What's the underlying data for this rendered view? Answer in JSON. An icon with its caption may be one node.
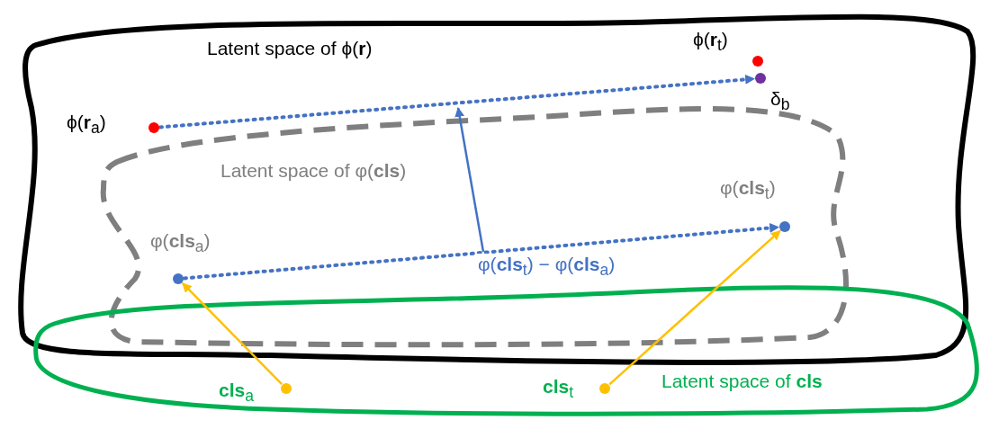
{
  "diagram": {
    "nodes": [
      {
        "text": [
          "Latent space of ϕ(**r**)"
        ]
      },
      {
        "text": [
          "Latent space of φ(**cls**)"
        ],
        "in": 0
      },
      {
        "text": [
          "Latent space of **cls**"
        ]
      },
      {
        "text": [
          "ϕ(**r**$_{a}$)"
        ],
        "in": 0
      },
      {
        "text": [
          "ϕ(**r**$_{t}$)"
        ],
        "in": 0
      },
      {
        "text": [
          "δ$_{b}$"
        ],
        "in": 0
      },
      {
        "text": [
          "φ(**cls**$_{a}$)"
        ],
        "in": 1
      },
      {
        "text": [
          "φ(**cls**$_{t}$)"
        ],
        "in": 1
      },
      {
        "text": [
          "**cls**$_{a}$"
        ],
        "in": 2
      },
      {
        "text": [
          "**cls**$_{t}$"
        ],
        "in": 2
      }
    ],
    "edges": [
      {
        "from": 3,
        "to": 5,
        "arrow": "to",
        "style": "dashed",
        "color": "#4472c4"
      },
      {
        "from": 6,
        "to": 7,
        "arrow": "to",
        "style": "dashed",
        "color": "#4472c4",
        "label": "φ(**cls**$_{t}$) − φ(**cls**$_{a}$)"
      },
      {
        "from": null,
        "to": 1,
        "arrow": "to",
        "color": "#4472c4"
      },
      {
        "from": 8,
        "to": 6,
        "arrow": "to",
        "color": "#ffc000"
      },
      {
        "from": 9,
        "to": 7,
        "arrow": "to",
        "color": "#ffc000"
      }
    ]
  }
}
